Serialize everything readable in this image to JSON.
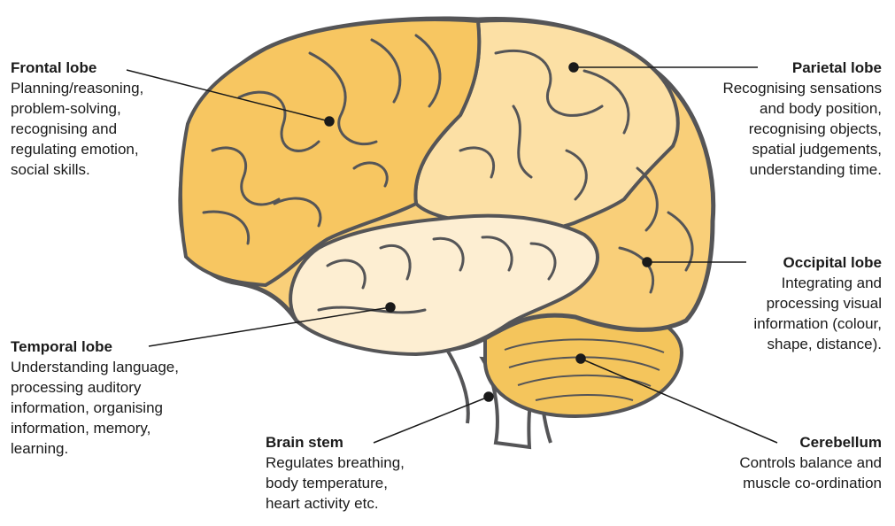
{
  "colors": {
    "frontal": "#F7C661",
    "parietal": "#FCE0A5",
    "temporal": "#FDEED2",
    "occipital": "#F9CF79",
    "cerebellum": "#F4C55C",
    "outline": "#555557",
    "leader": "#1a1a1a",
    "text": "#1a1a1a"
  },
  "labels": {
    "frontal": {
      "title": "Frontal lobe",
      "desc": "Planning/reasoning,\nproblem-solving,\nrecognising and\nregulating emotion,\nsocial skills."
    },
    "parietal": {
      "title": "Parietal lobe",
      "desc": "Recognising sensations\nand body position,\nrecognising objects,\nspatial judgements,\nunderstanding time."
    },
    "occipital": {
      "title": "Occipital lobe",
      "desc": "Integrating and\nprocessing visual\ninformation (colour,\nshape, distance)."
    },
    "temporal": {
      "title": "Temporal lobe",
      "desc": "Understanding language,\nprocessing auditory\ninformation, organising\ninformation, memory,\nlearning."
    },
    "brainstem": {
      "title": "Brain stem",
      "desc": "Regulates breathing,\nbody temperature,\nheart activity etc."
    },
    "cerebellum": {
      "title": "Cerebellum",
      "desc": "Controls balance and\nmuscle co-ordination"
    }
  }
}
